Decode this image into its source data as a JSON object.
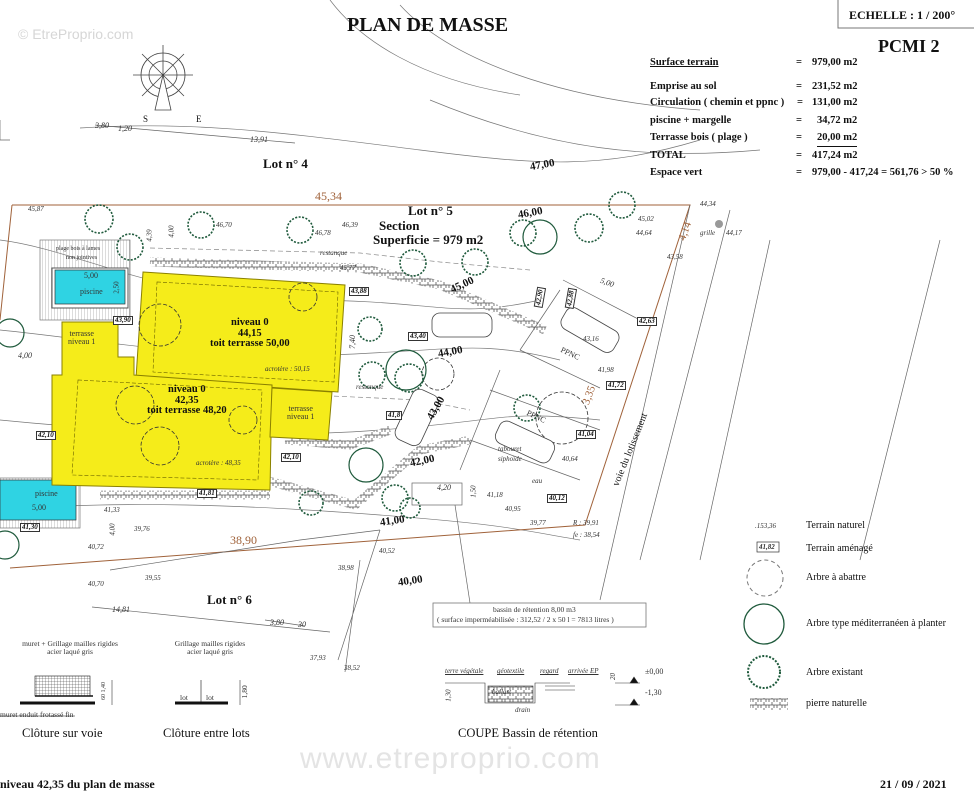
{
  "header": {
    "title": "PLAN DE MASSE",
    "scale": "ECHELLE : 1 / 200°",
    "doc_code": "PCMI 2",
    "watermark": "© EtreProprio.com",
    "watermark_center": "www.etreproprio.com"
  },
  "surfaces": [
    {
      "label": "Surface terrain",
      "eq": "=",
      "value": "979,00 m2"
    },
    {
      "label": "Emprise au sol",
      "eq": "=",
      "value": "231,52 m2"
    },
    {
      "label": "Circulation ( chemin et ppnc )",
      "eq": "=",
      "value": "131,00 m2"
    },
    {
      "label": "piscine + margelle",
      "eq": "=",
      "value": "34,72 m2"
    },
    {
      "label": "Terrasse bois ( plage )",
      "eq": "=",
      "value": "20,00 m2"
    },
    {
      "label": "TOTAL",
      "eq": "=",
      "value": "417,24 m2"
    },
    {
      "label": "Espace vert",
      "eq": "=",
      "value": "979,00 - 417,24 = 561,76 > 50 %"
    }
  ],
  "compass": {
    "south": "S",
    "east": "E"
  },
  "lots": {
    "lot4": "Lot n° 4",
    "lot5": "Lot n° 5",
    "section": "Section",
    "superficie": "Superficie = 979 m2",
    "lot6": "Lot n° 6"
  },
  "buildings": {
    "upper": [
      "niveau 0",
      "44,15",
      "toit terrasse 50,00"
    ],
    "lower": [
      "niveau 0",
      "42,35",
      "toit terrasse 48,20"
    ],
    "terrace1": [
      "terrasse",
      "niveau 1"
    ],
    "terrace2": [
      "terrasse",
      "niveau 1"
    ]
  },
  "pools": {
    "label": "piscine",
    "length": "5,00",
    "width": "2,50",
    "deck": [
      "plage bois à lames",
      "non jointives"
    ]
  },
  "dimensions": [
    "3,80",
    "1,20",
    "13,91",
    "47,00",
    "45,34",
    "38,90",
    "14,81",
    "3,80",
    "30"
  ],
  "elevations": [
    "45,87",
    "4,39",
    "4,00",
    "46,70",
    "46,78",
    "46,39",
    "restanque",
    "45,77",
    "43,88",
    "43,90",
    "4,00",
    "7,40",
    "acrotère : 50,15",
    "restanque",
    "42,10",
    "42,10",
    "acrotère : 48,35",
    "41,81",
    "41,33",
    "4,00",
    "40,72",
    "39,76",
    "39,55",
    "40,70",
    "43,40",
    "44,00",
    "45,00",
    "46,00",
    "42,00",
    "41,00",
    "40,00",
    "43,00",
    "41,8",
    "42,90",
    "42,88",
    "42,63",
    "43,16",
    "41,98",
    "41,72",
    "41,04",
    "40,64",
    "40,12",
    "41,18",
    "40,95",
    "39,77",
    "R : 39,91",
    "fe : 38,54",
    "44,34",
    "45,02",
    "44,64",
    "43,58",
    "grille",
    "44,17",
    "5,00",
    "4,14",
    "3,35",
    "PPNC",
    "PPNC",
    "tabouret",
    "siphoïde",
    "eau",
    "4,20",
    "1,50",
    "40,52",
    "38,98",
    "37,93",
    "38,52",
    "voie du lotissement",
    "41,30"
  ],
  "bassin": {
    "line1": "bassin de rétention 8,00 m3",
    "line2": "( surface imperméabilisée : 312,52 / 2 x 50 l = 7813 litres )"
  },
  "legend": [
    {
      "sample": ".153,36",
      "label": "Terrain naturel",
      "icon": "elevation-marker-icon"
    },
    {
      "sample": "41,82",
      "label": "Terrain aménagé",
      "icon": "boxed-elevation-icon"
    },
    {
      "label": "Arbre à abattre",
      "icon": "dashed-circle-icon"
    },
    {
      "label": "Arbre type méditerranéen à planter",
      "icon": "tree-outline-icon"
    },
    {
      "label": "Arbre existant",
      "icon": "existing-tree-icon"
    },
    {
      "label": "pierre naturelle",
      "icon": "stone-hatch-icon"
    }
  ],
  "details": {
    "fence_road_desc": [
      "muret + Grillage mailles rigides",
      "acier laqué gris"
    ],
    "fence_road_note": "muret enduit frotassé fin",
    "fence_road_dims": "60 1,40",
    "fence_road_title": "Clôture sur voie",
    "fence_lots_desc": [
      "Grillage mailles rigides",
      "acier laqué gris"
    ],
    "fence_lots_lot": "lot",
    "fence_lots_dim": "1,80",
    "fence_lots_title": "Clôture entre lots",
    "coupe_labels": [
      "terre végétale",
      "géotextile",
      "regard",
      "arrivée EP",
      "ballast",
      "drain",
      "1,30",
      "20",
      "±0,00",
      "-1,30"
    ],
    "coupe_title": "COUPE Bassin de rétention"
  },
  "footer": {
    "left": "niveau 42,35 du plan de masse",
    "date": "21 / 09 / 2021"
  },
  "colors": {
    "building": "#f5ec1a",
    "pool": "#2fd3e3",
    "tree": "#1f5a3c",
    "dimension": "#a0623a"
  }
}
